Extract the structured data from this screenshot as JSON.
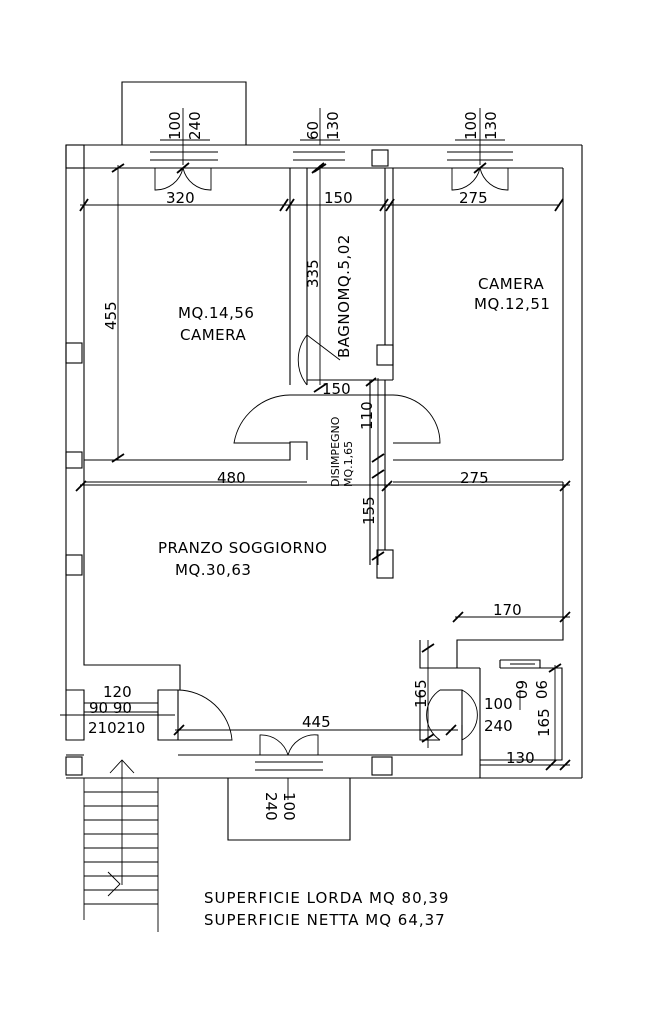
{
  "rooms": {
    "camera_left_area": "MQ.14,56",
    "camera_left_name": "CAMERA",
    "camera_right_name": "CAMERA",
    "camera_right_area": "MQ.12,51",
    "bagno": "BAGNOMQ.5,02",
    "disimpegno_name": "DISIMPEGNO",
    "disimpegno_area": "MQ.1,65",
    "pranzo_name": "PRANZO SOGGIORNO",
    "pranzo_area": "MQ.30,63"
  },
  "dimensions": {
    "d320": "320",
    "d150_top": "150",
    "d275_top": "275",
    "d455": "455",
    "d335": "335",
    "d150_mid": "150",
    "d110": "110",
    "d480": "480",
    "d275_mid": "275",
    "d155": "155",
    "d170": "170",
    "d120": "120",
    "d9090": "90 90",
    "d210210": "210210",
    "d445": "445",
    "d165_left": "165",
    "d165_right": "165",
    "d130": "130"
  },
  "openings": {
    "w1_a": "100",
    "w1_b": "240",
    "w2_a": "60",
    "w2_b": "130",
    "w3_a": "100",
    "w3_b": "130",
    "w4_a": "100",
    "w4_b": "240",
    "w5_a": "60",
    "w5_b": "90",
    "w6_a": "100",
    "w6_b": "240"
  },
  "footer": {
    "lorda": "SUPERFICIE LORDA MQ 80,39",
    "netta": "SUPERFICIE NETTA MQ 64,37"
  }
}
